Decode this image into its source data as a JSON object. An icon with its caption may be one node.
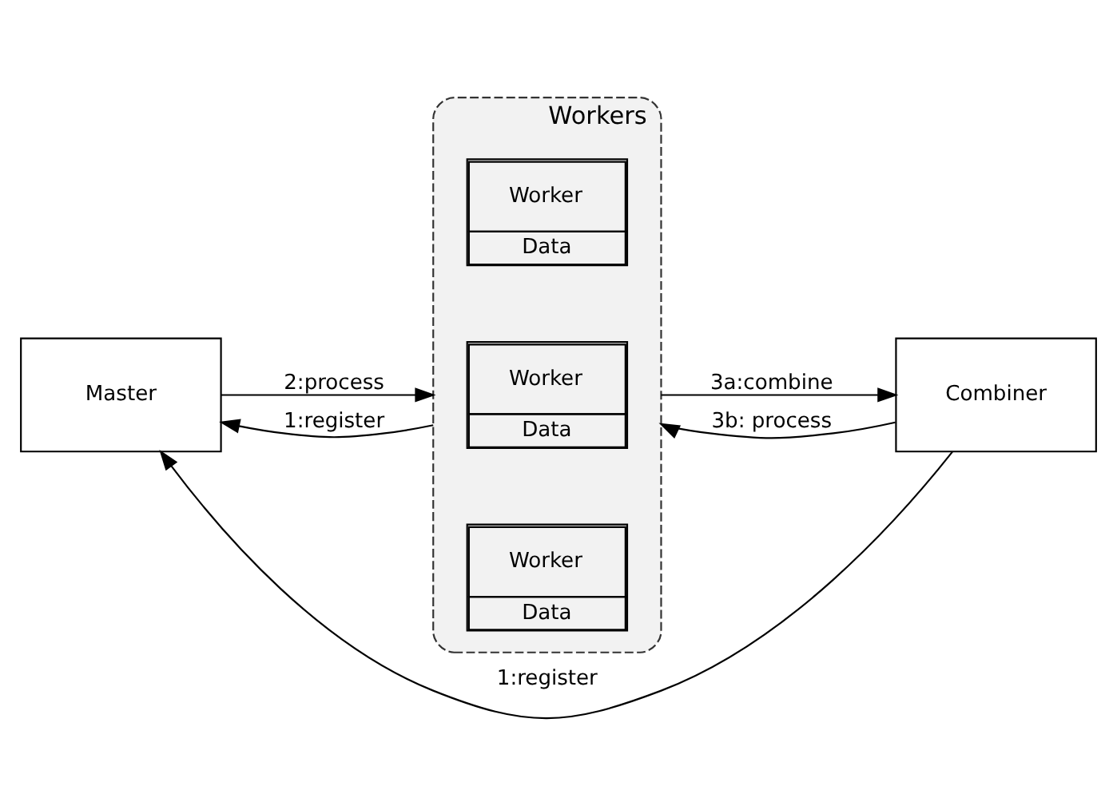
{
  "diagram": {
    "nodes": [
      {
        "text": [
          "Master"
        ]
      },
      {
        "text": [
          "Workers"
        ]
      },
      {
        "text": [
          "Worker",
          "Data"
        ],
        "in": 1
      },
      {
        "text": [
          "Worker",
          "Data"
        ],
        "in": 1
      },
      {
        "text": [
          "Worker",
          "Data"
        ],
        "in": 1
      },
      {
        "text": [
          "Combiner"
        ]
      }
    ],
    "edges": [
      {
        "from": 0,
        "to": 1,
        "arrow": "to",
        "label": "2:process"
      },
      {
        "from": 1,
        "to": 0,
        "arrow": "to",
        "label": "1:register"
      },
      {
        "from": 1,
        "to": 5,
        "arrow": "to",
        "label": "3a:combine"
      },
      {
        "from": 5,
        "to": 1,
        "arrow": "to",
        "label": "3b: process"
      },
      {
        "from": 5,
        "to": 0,
        "arrow": "to",
        "label": "1:register"
      }
    ]
  }
}
